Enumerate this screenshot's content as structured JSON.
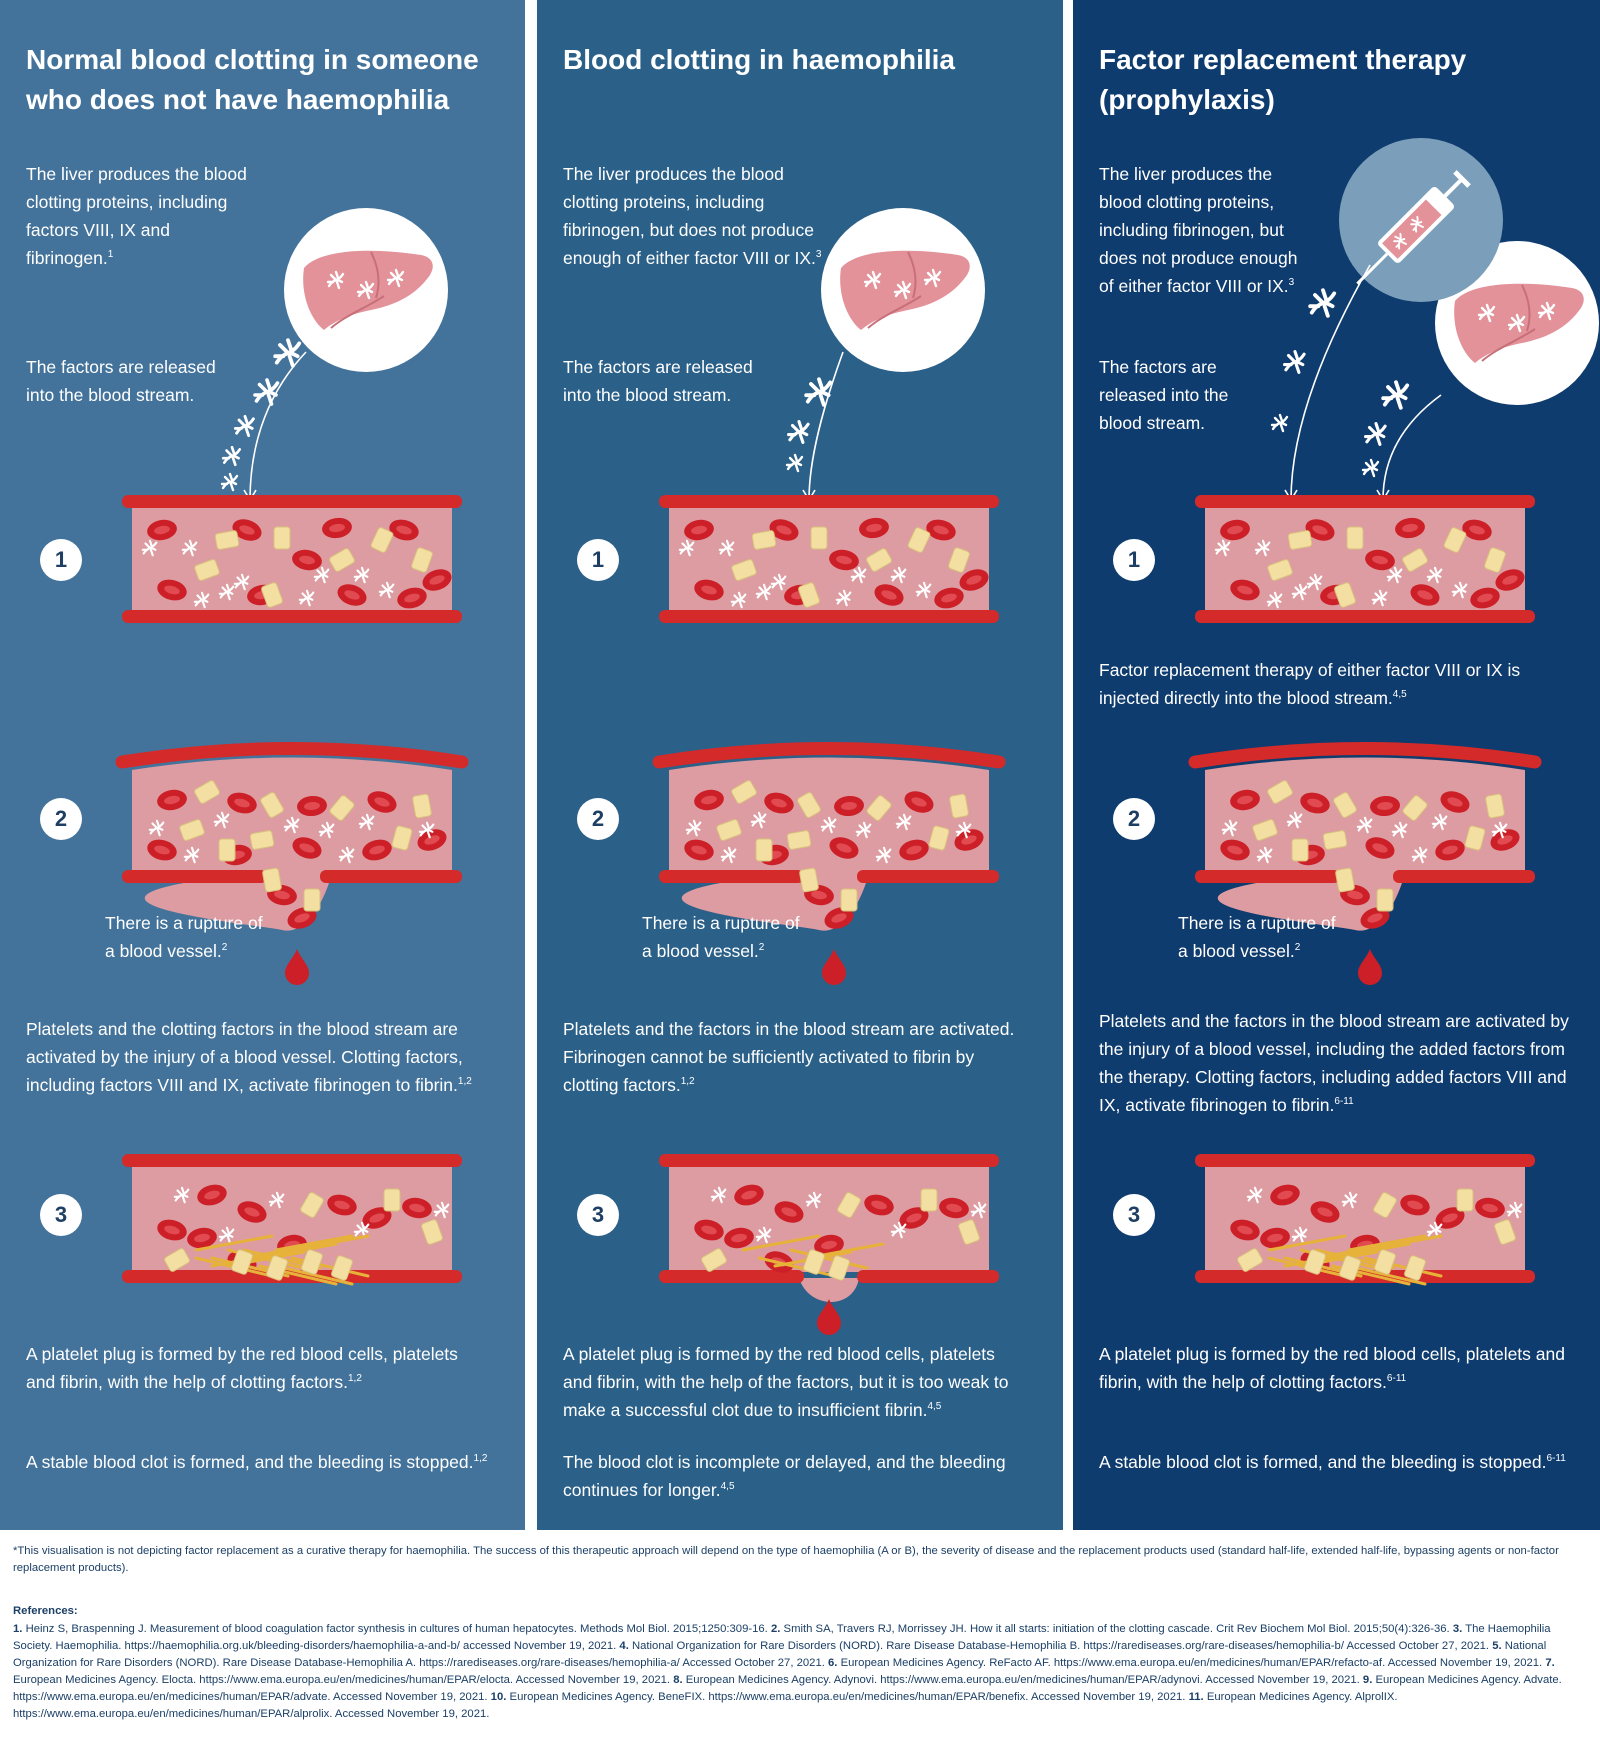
{
  "colors": {
    "column_left": "#43739b",
    "column_middle": "#2b6089",
    "column_right": "#0f3c6e",
    "vessel_wall": "#d42a2a",
    "blood_plasma": "#dd9ca1",
    "red_cell": "#cc1f27",
    "platelet": "#f3dfa2",
    "fibrin": "#e7b23a",
    "liver": "#e3929a",
    "syringe_circle": "#7b9fba"
  },
  "icons": [
    "liver-icon",
    "clotting-factor-icon",
    "syringe-icon",
    "blood-drop-icon",
    "red-blood-cell-icon",
    "platelet-icon",
    "fibrin-strand-icon"
  ],
  "columns": [
    {
      "title": "Normal blood clotting in someone who does not have haemophilia",
      "liver_text": "The liver produces the blood clotting proteins, including factors VIII, IX and fibrinogen.",
      "liver_ref": "1",
      "release_text": "The factors are released into the blood stream.",
      "step1": "1",
      "step2": "2",
      "rupture_text": "There is a rupture of a blood vessel.",
      "rupture_ref": "2",
      "activation_text": "Platelets and the clotting factors in the blood stream are activated by the injury of a blood vessel. Clotting factors, including factors VIII and IX, activate fibrinogen to fibrin.",
      "activation_ref": "1,2",
      "step3": "3",
      "plug_text": "A platelet plug is formed by the red blood cells, platelets and fibrin, with the help of clotting factors.",
      "plug_ref": "1,2",
      "outcome_text": "A stable blood clot is formed, and the bleeding is stopped.",
      "outcome_ref": "1,2"
    },
    {
      "title": "Blood clotting in haemophilia",
      "liver_text": "The liver produces the blood clotting proteins, including fibrinogen, but does not produce enough of either factor VIII or IX.",
      "liver_ref": "3",
      "release_text": "The factors are released into the blood stream.",
      "step1": "1",
      "step2": "2",
      "rupture_text": "There is a rupture of a blood vessel.",
      "rupture_ref": "2",
      "activation_text": "Platelets and the factors in the blood stream are activated. Fibrinogen cannot be sufficiently activated to fibrin by clotting factors.",
      "activation_ref": "1,2",
      "step3": "3",
      "plug_text": "A platelet plug is formed by the red blood cells, platelets and fibrin, with the help of the factors, but it is too weak to make a successful clot due to insufficient fibrin.",
      "plug_ref": "4,5",
      "outcome_text": "The blood clot is incomplete or delayed, and the bleeding continues for longer.",
      "outcome_ref": "4,5"
    },
    {
      "title": "Factor replacement therapy (prophylaxis)",
      "liver_text": "The liver produces the blood clotting proteins, including fibrinogen, but does not produce enough of either factor VIII or IX.",
      "liver_ref": "3",
      "release_text": "The factors are released into the blood stream.",
      "step1": "1",
      "therapy_text": "Factor replacement therapy of either factor VIII or IX is injected directly into the blood stream.",
      "therapy_ref": "4,5",
      "step2": "2",
      "rupture_text": "There is a rupture of a blood vessel.",
      "rupture_ref": "2",
      "activation_text": "Platelets and the factors in the blood stream are activated by the injury of a blood vessel, including the added factors from the therapy. Clotting factors, including added factors VIII and IX, activate fibrinogen to fibrin.",
      "activation_ref": "6-11",
      "step3": "3",
      "plug_text": "A platelet plug is formed by the red blood cells, platelets and fibrin, with the help of clotting factors.",
      "plug_ref": "6-11",
      "outcome_text": "A stable blood clot is formed, and the bleeding is stopped.",
      "outcome_ref": "6-11"
    }
  ],
  "footnote": "*This visualisation is not depicting factor replacement as a curative therapy for haemophilia. The success of this therapeutic approach will depend on the type of haemophilia (A or B), the severity of disease and the replacement products used (standard half-life, extended half-life, bypassing agents or non-factor replacement products).",
  "references_heading": "References:",
  "references": [
    {
      "n": "1.",
      "text": "Heinz S, Braspenning J. Measurement of blood coagulation factor synthesis in cultures of human hepatocytes. Methods Mol Biol. 2015;1250:309-16."
    },
    {
      "n": "2.",
      "text": "Smith SA, Travers RJ, Morrissey JH. How it all starts: initiation of the clotting cascade. Crit Rev Biochem Mol Biol. 2015;50(4):326-36."
    },
    {
      "n": "3.",
      "text": "The Haemophilia Society. Haemophilia. https://haemophilia.org.uk/bleeding-disorders/haemophilia-a-and-b/ accessed November 19, 2021."
    },
    {
      "n": "4.",
      "text": "National Organization for Rare Disorders (NORD). Rare Disease Database-Hemophilia B. https://rarediseases.org/rare-diseases/hemophilia-b/ Accessed October 27, 2021."
    },
    {
      "n": "5.",
      "text": "National Organization for Rare Disorders (NORD). Rare Disease Database-Hemophilia A. https://rarediseases.org/rare-diseases/hemophilia-a/ Accessed October 27, 2021."
    },
    {
      "n": "6.",
      "text": "European Medicines Agency. ReFacto AF. https://www.ema.europa.eu/en/medicines/human/EPAR/refacto-af. Accessed November 19, 2021."
    },
    {
      "n": "7.",
      "text": "European Medicines Agency. Elocta. https://www.ema.europa.eu/en/medicines/human/EPAR/elocta. Accessed November 19, 2021."
    },
    {
      "n": "8.",
      "text": "European Medicines Agency. Adynovi. https://www.ema.europa.eu/en/medicines/human/EPAR/adynovi. Accessed November 19, 2021."
    },
    {
      "n": "9.",
      "text": "European Medicines Agency. Advate. https://www.ema.europa.eu/en/medicines/human/EPAR/advate. Accessed November 19, 2021."
    },
    {
      "n": "10.",
      "text": "European Medicines Agency. BeneFIX. https://www.ema.europa.eu/en/medicines/human/EPAR/benefix. Accessed November 19, 2021."
    },
    {
      "n": "11.",
      "text": "European Medicines Agency. AlprolIX. https://www.ema.europa.eu/en/medicines/human/EPAR/alprolix. Accessed November 19, 2021."
    }
  ]
}
